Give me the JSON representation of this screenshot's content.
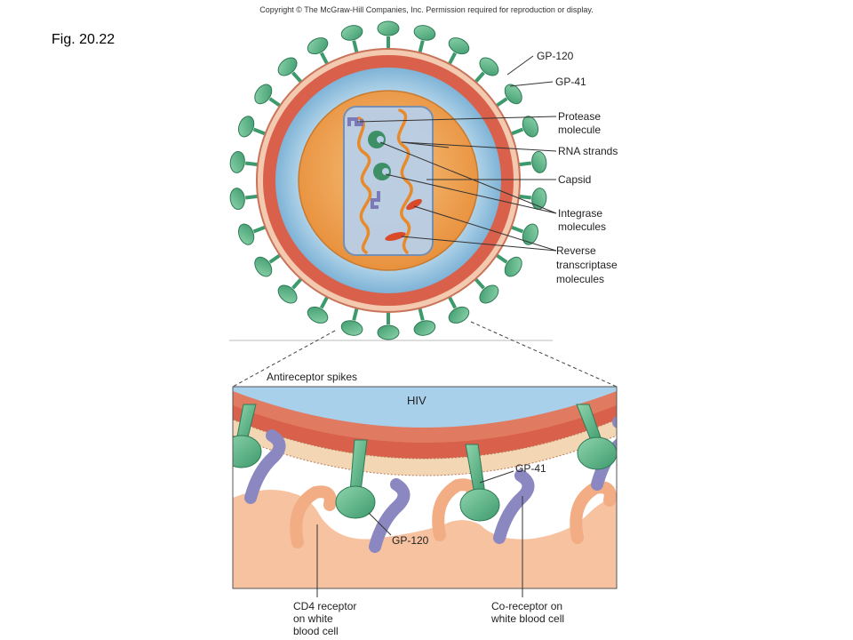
{
  "header": {
    "copyright": "Copyright © The McGraw-Hill Companies, Inc. Permission required for reproduction or display.",
    "figure_label": "Fig. 20.22"
  },
  "virion_labels": {
    "gp120": "GP-120",
    "gp41": "GP-41",
    "protease_line1": "Protease",
    "protease_line2": "molecule",
    "rna": "RNA strands",
    "capsid": "Capsid",
    "integrase_line1": "Integrase",
    "integrase_line2": "molecules",
    "rt_line1": "Reverse",
    "rt_line2": "transcriptase",
    "rt_line3": "molecules"
  },
  "inset_labels": {
    "antireceptor": "Antireceptor spikes",
    "hiv": "HIV",
    "gp41": "GP-41",
    "gp120": "GP-120",
    "cd4_line1": "CD4 receptor",
    "cd4_line2": "on white",
    "cd4_line3": "blood cell",
    "co_line1": "Co-receptor on",
    "co_line2": "white blood cell"
  },
  "colors": {
    "envelope": "#d9604a",
    "envelope_rim": "#e8a88a",
    "matrix": "#a9cfe6",
    "core": "#f0a25a",
    "capsid": "#b3cbe6",
    "spike": "#5fb58a",
    "spike_dark": "#3d8f66",
    "rna": "#e8892a",
    "receptor_purple": "#8b87c0",
    "cell": "#f6c2a0"
  }
}
